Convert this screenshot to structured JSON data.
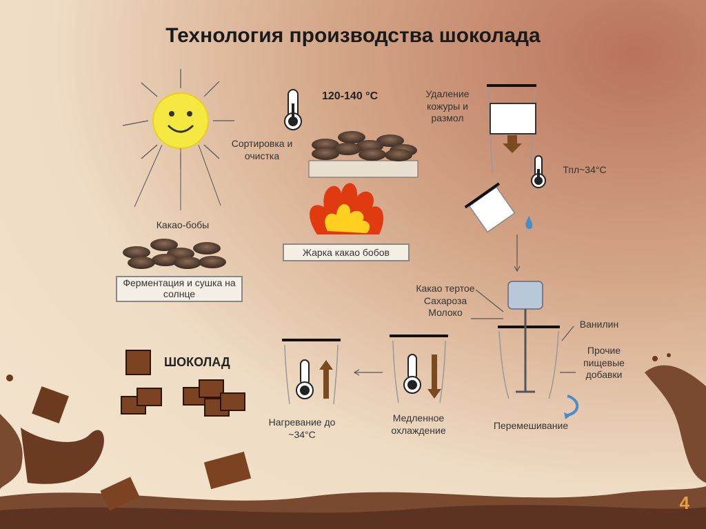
{
  "title": "Технология производства шоколада",
  "labels": {
    "cocoa_beans": "Какао-бобы",
    "fermentation": "Ферментация и сушка на солнце",
    "sorting": "Сортировка и очистка",
    "temp_roast": "120-140 °С",
    "roasting": "Жарка какао бобов",
    "peeling": "Удаление кожуры и размол",
    "temp_melt": "Тпл~34°С",
    "ingredients": "Какао тертое Сахароза Молоко",
    "vanillin": "Ванилин",
    "other_additives": "Прочие пищевые добавки",
    "mixing": "Перемешивание",
    "cooling": "Медленное охлаждение",
    "heating": "Нагревание до ~34°С",
    "chocolate": "ШОКОЛАД"
  },
  "page_number": "4",
  "colors": {
    "chocolate": "#6b3a1f",
    "sun": "#f5e840",
    "flame_outer": "#e03a10",
    "flame_inner": "#ffd020",
    "accent": "#e8a040"
  }
}
